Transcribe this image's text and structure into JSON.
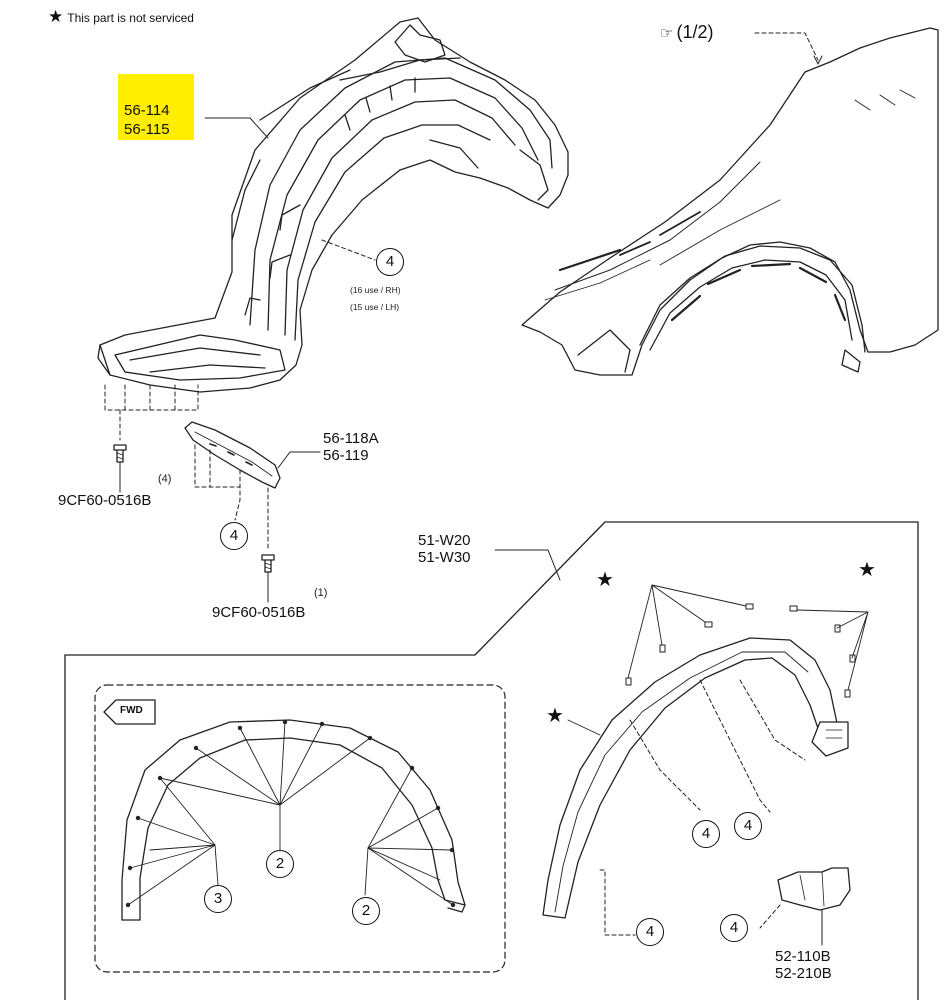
{
  "note": {
    "symbol": "★",
    "text": "This part is not serviced"
  },
  "ref": {
    "text": "(1/2)"
  },
  "parts": {
    "liner_a": "56-114",
    "liner_b": "56-115",
    "liner_qty_rh": "(16 use / RH)",
    "liner_qty_lh": "(15 use / LH)",
    "bracket_a": "56-118A",
    "bracket_b": "56-119",
    "fastener_1": "9CF60-0516B",
    "fastener_1_qty": "(4)",
    "fastener_2": "9CF60-0516B",
    "fastener_2_qty": "(1)",
    "molding_a": "51-W20",
    "molding_b": "51-W30",
    "clip_a": "52-110B",
    "clip_b": "52-210B"
  },
  "fwd": "FWD",
  "callouts": {
    "c4_liner": "4",
    "c4_bracket": "4",
    "c2_center": "2",
    "c3_left": "3",
    "c2_right": "2",
    "c4_mold_a": "4",
    "c4_mold_b": "4",
    "c4_mold_c": "4",
    "c4_clip": "4"
  },
  "colors": {
    "highlight": "#ffee00",
    "line": "#111111"
  }
}
